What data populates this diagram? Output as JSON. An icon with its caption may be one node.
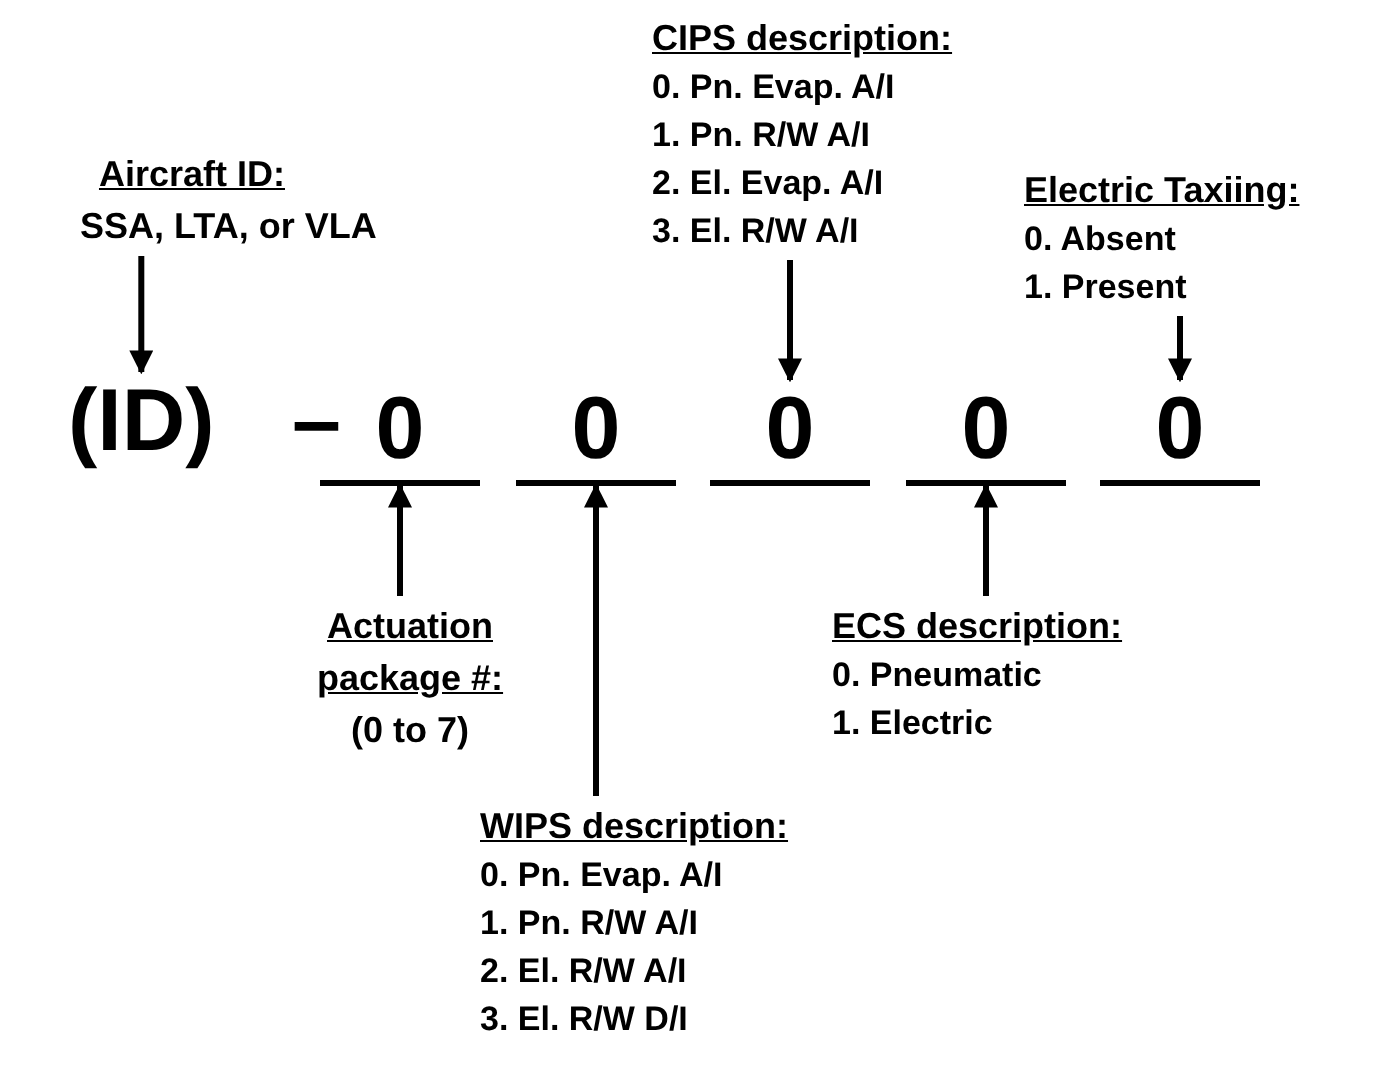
{
  "diagram": {
    "nodes": [
      {
        "text": [
          "Aircraft ID:",
          "SSA, LTA, or VLA"
        ]
      },
      {
        "text": [
          "(ID)"
        ]
      },
      {
        "text": [
          "0"
        ]
      },
      {
        "text": [
          "0"
        ]
      },
      {
        "text": [
          "0"
        ]
      },
      {
        "text": [
          "0"
        ]
      },
      {
        "text": [
          "0"
        ]
      },
      {
        "text": [
          "CIPS description:",
          "0. Pn. Evap. A/I",
          "1. Pn. R/W A/I",
          "2. El. Evap. A/I",
          "3. El. R/W A/I"
        ]
      },
      {
        "text": [
          "Electric Taxiing:",
          "0. Absent",
          "1. Present"
        ]
      },
      {
        "text": [
          "Actuation package #:",
          "(0 to 7)"
        ]
      },
      {
        "text": [
          "WIPS description:",
          "0. Pn. Evap. A/I",
          "1. Pn. R/W A/I",
          "2. El. R/W A/I",
          "3. El. R/W D/I"
        ]
      },
      {
        "text": [
          "ECS description:",
          "0. Pneumatic",
          "1. Electric"
        ]
      }
    ],
    "edges": [
      {
        "from": 0,
        "to": 1,
        "arrow": "to"
      },
      {
        "from": 7,
        "to": 4,
        "arrow": "to"
      },
      {
        "from": 8,
        "to": 6,
        "arrow": "to"
      },
      {
        "from": 9,
        "to": 2,
        "arrow": "to"
      },
      {
        "from": 10,
        "to": 3,
        "arrow": "to"
      },
      {
        "from": 11,
        "to": 5,
        "arrow": "to"
      }
    ],
    "labels": [
      "–"
    ]
  }
}
